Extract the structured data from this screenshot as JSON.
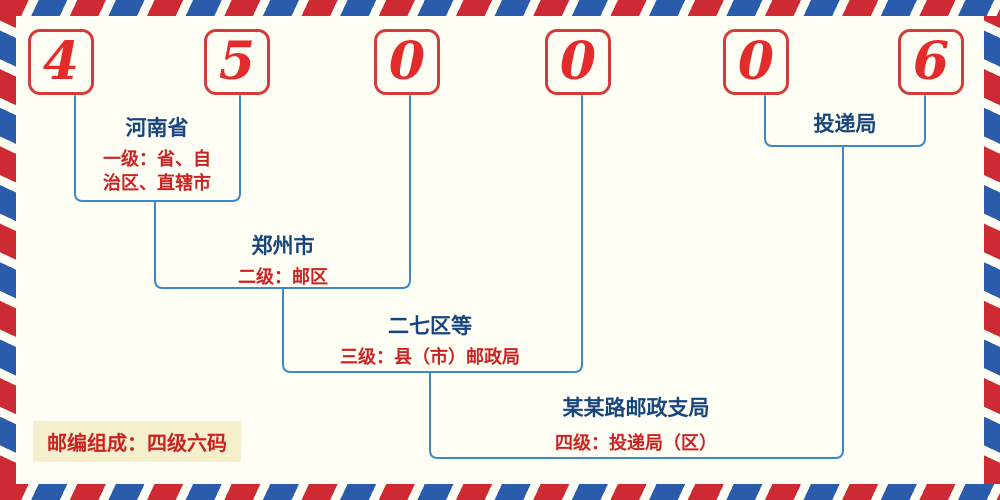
{
  "postal_code": {
    "digits": [
      "4",
      "5",
      "0",
      "0",
      "0",
      "6"
    ]
  },
  "levels": [
    {
      "name": "河南省",
      "desc_lines": [
        "一级：省、自",
        "治区、直辖市"
      ]
    },
    {
      "name": "郑州市",
      "desc": "二级：邮区"
    },
    {
      "name": "二七区等",
      "desc": "三级：县（市）邮政局"
    },
    {
      "name": "某某路邮政支局",
      "desc": "四级：投递局（区）"
    },
    {
      "name": "投递局"
    }
  ],
  "footer": {
    "composition_label": "邮编组成：四级六码"
  },
  "colors": {
    "background": "#fffef5",
    "digit_red": "#e32b2b",
    "box_border_red": "#d43b3b",
    "line_blue": "#3d87cc",
    "name_navy": "#17457d",
    "desc_red": "#cc2222",
    "stripe_red": "#ce2a33",
    "stripe_blue": "#2b5cab",
    "footer_bg": "#f5efcc"
  }
}
